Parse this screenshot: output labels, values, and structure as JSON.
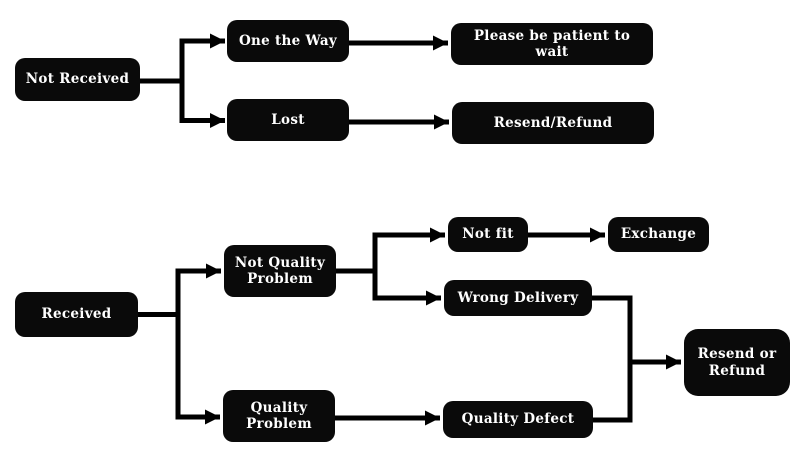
{
  "diagram": {
    "type": "flowchart",
    "background": "#ffffff",
    "node_fill": "#0a0a0a",
    "node_text_color": "#ffffff",
    "connector_color": "#000000",
    "nodes": {
      "not_received": {
        "label": "Not Received"
      },
      "one_the_way": {
        "label": "One the Way"
      },
      "lost": {
        "label": "Lost"
      },
      "please_wait": {
        "label": "Please be patient to wait"
      },
      "resend_refund": {
        "label": "Resend/Refund"
      },
      "received": {
        "label": "Received"
      },
      "not_quality_problem": {
        "label": "Not Quality\nProblem"
      },
      "quality_problem": {
        "label": "Quality\nProblem"
      },
      "not_fit": {
        "label": "Not fit"
      },
      "exchange": {
        "label": "Exchange"
      },
      "wrong_delivery": {
        "label": "Wrong Delivery"
      },
      "quality_defect": {
        "label": "Quality Defect"
      },
      "resend_or_refund": {
        "label": "Resend or\nRefund"
      }
    },
    "edges": [
      {
        "from": "not_received",
        "to": "one_the_way"
      },
      {
        "from": "not_received",
        "to": "lost"
      },
      {
        "from": "one_the_way",
        "to": "please_wait"
      },
      {
        "from": "lost",
        "to": "resend_refund"
      },
      {
        "from": "received",
        "to": "not_quality_problem"
      },
      {
        "from": "received",
        "to": "quality_problem"
      },
      {
        "from": "not_quality_problem",
        "to": "not_fit"
      },
      {
        "from": "not_quality_problem",
        "to": "wrong_delivery"
      },
      {
        "from": "not_fit",
        "to": "exchange"
      },
      {
        "from": "wrong_delivery",
        "to": "resend_or_refund"
      },
      {
        "from": "quality_problem",
        "to": "quality_defect"
      },
      {
        "from": "quality_defect",
        "to": "resend_or_refund"
      }
    ]
  }
}
